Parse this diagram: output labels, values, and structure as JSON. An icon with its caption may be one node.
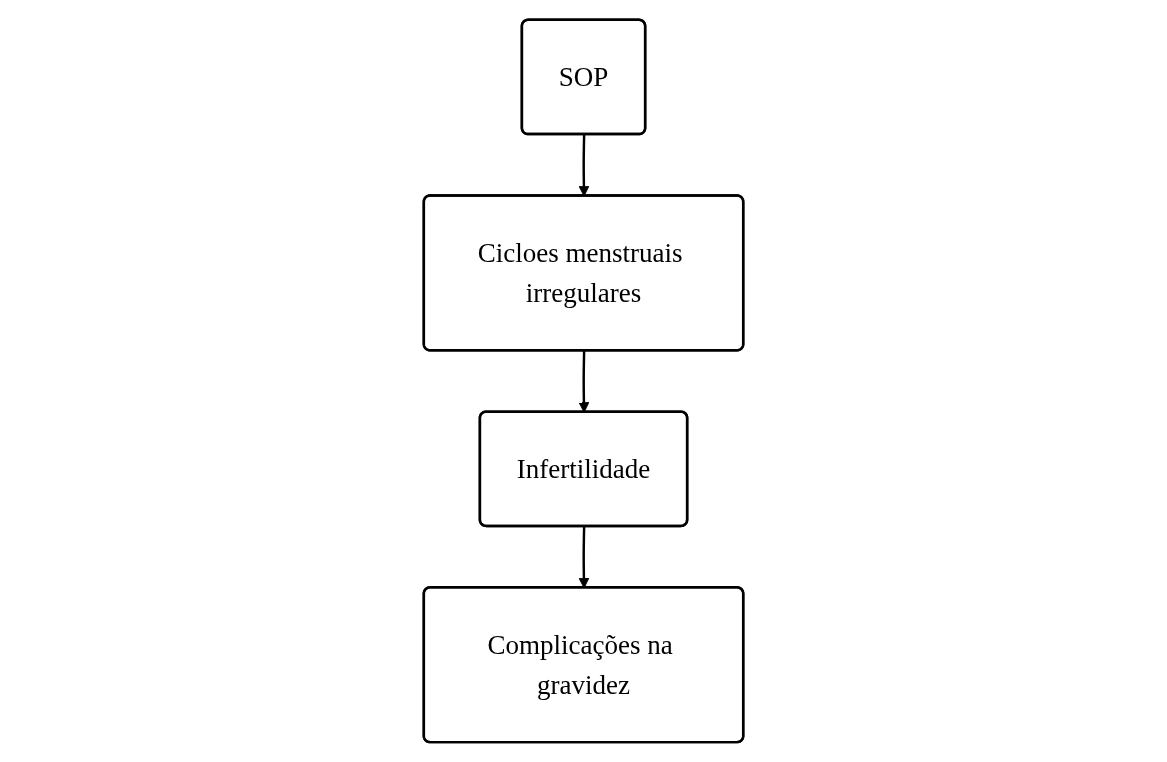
{
  "diagram": {
    "nodes": [
      {
        "text": [
          "SOP"
        ]
      },
      {
        "text": [
          "Cicloes menstruais irregulares"
        ]
      },
      {
        "text": [
          "Infertilidade"
        ]
      },
      {
        "text": [
          "Complicações na gravidez"
        ]
      }
    ],
    "edges": [
      {
        "from": 0,
        "to": 1,
        "arrow": "to"
      },
      {
        "from": 1,
        "to": 2,
        "arrow": "to"
      },
      {
        "from": 2,
        "to": 3,
        "arrow": "to"
      }
    ]
  }
}
